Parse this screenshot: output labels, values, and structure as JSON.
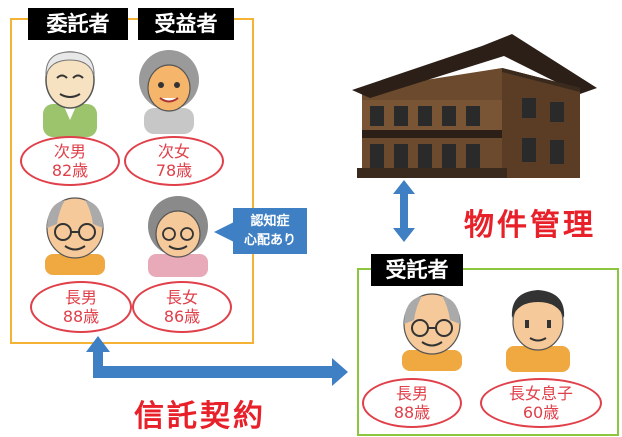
{
  "trustor_group": {
    "label_trustor": "委託者",
    "label_beneficiary": "受益者"
  },
  "persons": {
    "second_son": {
      "line1": "次男",
      "line2": "82歳"
    },
    "second_daughter": {
      "line1": "次女",
      "line2": "78歳"
    },
    "eldest_son": {
      "line1": "長男",
      "line2": "88歳"
    },
    "eldest_daughter": {
      "line1": "長女",
      "line2": "86歳"
    }
  },
  "dementia_note": {
    "line1": "認知症",
    "line2": "心配あり"
  },
  "property_management": "物件管理",
  "trustee_group": {
    "label": "受託者"
  },
  "trustees": {
    "eldest_son": {
      "line1": "長男",
      "line2": "88歳"
    },
    "grandson": {
      "line1": "長女息子",
      "line2": "60歳"
    }
  },
  "trust_contract": "信託契約",
  "colors": {
    "trustor_frame": "#f5b335",
    "trustee_frame": "#8cc63f",
    "arrow": "#3f7fc4",
    "oval": "#e0404a",
    "title_red": "#e8202a"
  }
}
